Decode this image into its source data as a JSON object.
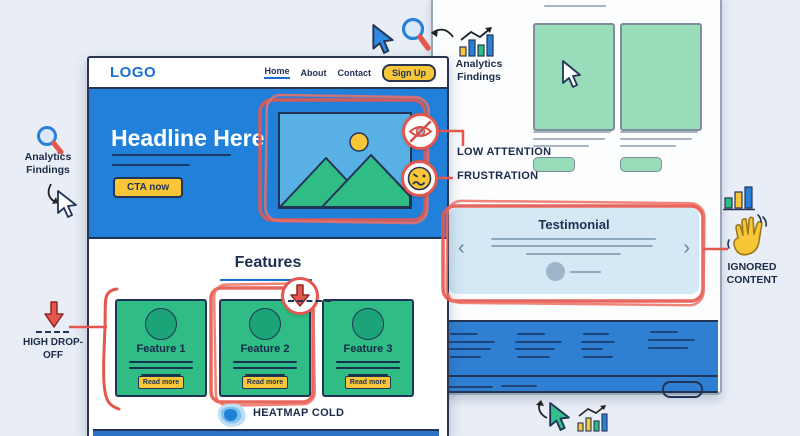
{
  "palette": {
    "hero_blue": "#2181da",
    "card_green": "#2fbc85",
    "mint_green": "#98dcba",
    "testimonial_blue": "#d4e9f5",
    "footer_blue": "#2f80d2",
    "accent_yellow": "#f8c636",
    "annotation_red": "#e4574f",
    "navy": "#223456"
  },
  "main_page": {
    "logo": "LOGO",
    "nav": [
      {
        "label": "Home",
        "active": true
      },
      {
        "label": "About",
        "active": false
      },
      {
        "label": "Contact",
        "active": false
      }
    ],
    "signup_label": "Sign Up",
    "hero": {
      "headline": "Headline Here",
      "cta_label": "CTA now"
    },
    "features": {
      "title": "Features",
      "cards": [
        {
          "title": "Feature 1",
          "button": "Read more"
        },
        {
          "title": "Feature 2",
          "button": "Read more"
        },
        {
          "title": "Feature 3",
          "button": "Read more"
        }
      ]
    }
  },
  "right_page": {
    "testimonial": {
      "title": "Testimonial",
      "prev": "‹",
      "next": "›"
    }
  },
  "annotations": {
    "analytics_findings_left": "Analytics Findings",
    "analytics_findings_top": "Analytics Findings",
    "low_attention": "LOW ATTENTION",
    "frustration": "FRUSTRATION",
    "high_dropoff": "HIGH DROP-OFF",
    "heatmap_cold": "HEATMAP COLD",
    "ignored_content": "IGNORED CONTENT"
  }
}
